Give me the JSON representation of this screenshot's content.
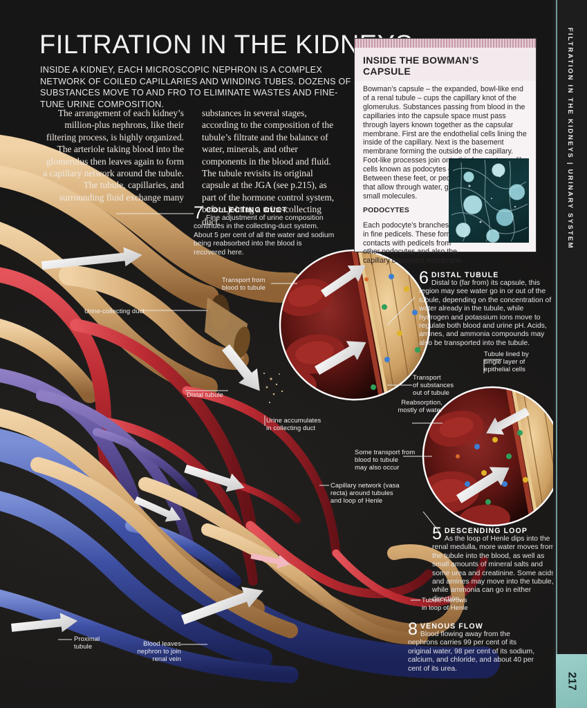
{
  "page": {
    "title": "FILTRATION IN THE KIDNEYS",
    "standfirst": "INSIDE A KIDNEY, EACH MICROSCOPIC NEPHRON IS A COMPLEX NETWORK OF COILED CAPILLARIES AND WINDING TUBES. DOZENS OF SUBSTANCES MOVE TO AND FRO TO ELIMINATE WASTES AND FINE-TUNE URINE COMPOSITION.",
    "intro_left": "The arrangement of each kidney’s million-plus nephrons, like their filtering process, is highly organized. The arteriole taking blood into the glomerulus then leaves again to form a capillary network around the tubule. The tubule, capillaries, and surrounding fluid exchange many",
    "intro_right": "substances in several stages, according to the composition of the tubule’s filtrate and the balance of water, minerals, and other components in the blood and fluid. The tubule revisits its original capsule at the JGA (see p.215), as part of the hormone control system, before joining a urine-collecting duct."
  },
  "sidebar": {
    "running_head": "FILTRATION IN THE KIDNEYS  |  URINARY SYSTEM",
    "page_number": "217"
  },
  "panel": {
    "heading": "INSIDE THE BOWMAN’S CAPSULE",
    "body": "Bowman’s capsule – the expanded, bowl-like end of a renal tubule – cups the capillary knot of the glomerulus. Substances passing from blood in the capillaries into the capsule space must pass through layers known together as the capsular membrane. First are the endothelial cells lining the inside of the capillary. Next is the basement membrane forming the outside of the capillary. Foot-like processes join onto this from octopus-like cells known as podocytes coating the capillaries. Between these feet, or pedicels, are filtration slits that allow through water, glucose, urea, and other small molecules.",
    "sub_heading": "PODOCYTES",
    "sub_body": "Each podocyte’s branches end in fine pedicels. These form contacts with pedicels from other podocytes and also the capillary basement membrane.",
    "image_caption": "podocyte-micrograph"
  },
  "callouts": [
    {
      "number": "7",
      "heading": "COLLECTING DUCT",
      "body": "Fine adjustment of urine composition continues in the collecting-duct system. About 5 per cent of all the water and sodium being reabsorbed into the blood is recovered here."
    },
    {
      "number": "6",
      "heading": "DISTAL TUBULE",
      "body": "Distal to (far from) its capsule, this region may see water go in or out of the tubule, depending on the concentration of water already in the tubule, while hydrogen and potassium ions move to regulate both blood and urine pH. Acids, amines, and ammonia compounds may also be transported into the tubule."
    },
    {
      "number": "5",
      "heading": "DESCENDING LOOP",
      "body": "As the loop of Henle dips into the renal medulla, more water moves from the tubule into the blood, as well as small amounts of mineral salts and some urea and creatinine. Some acids and amines may move into the tubule, while ammonia can go in either direction."
    },
    {
      "number": "8",
      "heading": "VENOUS FLOW",
      "body": "Blood flowing away from the nephrons carries 99 per cent of its original water, 98 per cent of its sodium, calcium, and chloride, and about 40 per cent of its urea."
    }
  ],
  "labels": {
    "transport_from_blood": "Transport from\nblood to tubule",
    "urine_collecting_duct": "Urine-collecting duct",
    "distal_tubule": "Distal tubule",
    "urine_accumulates": "Urine accumulates\nin collecting duct",
    "transport_out": "Transport\nof substances\nout of tubule",
    "tubule_lined": "Tubule lined by\nsingle layer of\nepithelial cells",
    "reabsorption": "Reabsorption,\nmostly of water",
    "some_transport": "Some transport from\nblood to tubule\nmay also occur",
    "capillary_network": "Capillary network (vasa\nrecta) around tubules\nand loop of Henle",
    "tubule_narrows": "Tubule narrows\nin loop of Henle",
    "proximal_tubule": "Proximal\ntubule",
    "blood_leaves": "Blood leaves\nnephron to join\nrenal vein"
  },
  "colors": {
    "background": "#1c1c1c",
    "artery_red": "#b3262c",
    "vein_blue": "#3a4fa0",
    "tubule_tan": "#d6ad7c",
    "accent_teal": "#8fc6c2",
    "panel_bg": "#f7f2f4"
  }
}
